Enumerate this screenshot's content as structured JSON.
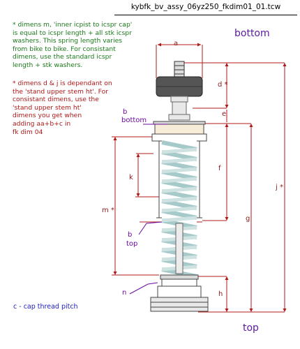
{
  "title": "kybfk_bv_assy_06yz250_fkdim01_01.tcw",
  "notes": {
    "green": [
      "* dimens m,  'inner icpist to icspr cap'",
      "is equal to icspr length + all stk icspr",
      "washers. This spring length varies",
      "from bike to bike.  For consistant",
      "dimens, use the standard icspr",
      "length + stk washers."
    ],
    "red": [
      "* dimens d & j is dependant  on",
      "the 'stand upper stem ht'.  For",
      "consistant dimens, use the",
      "'stand upper stem ht'",
      "dimens you get when",
      "adding aa+b+c in",
      "fk dim 04"
    ]
  },
  "labels": {
    "bottom_big": "bottom",
    "top_big": "top",
    "a": "a",
    "d": "d *",
    "e": "e",
    "f": "f",
    "g": "g",
    "j": "j *",
    "k": "k",
    "m": "m *",
    "h": "h",
    "n": "n",
    "b_bottom_1": "b",
    "b_bottom_2": "bottom",
    "b_top_1": "b",
    "b_top_2": "top"
  },
  "footnote": "c - cap thread pitch",
  "colors": {
    "dimension": "#b01818",
    "green_note": "#1a7a1a",
    "purple": "#6a0aa0",
    "blue": "#2020c0",
    "spring": "#a6c9c9",
    "cap": "#555555"
  }
}
